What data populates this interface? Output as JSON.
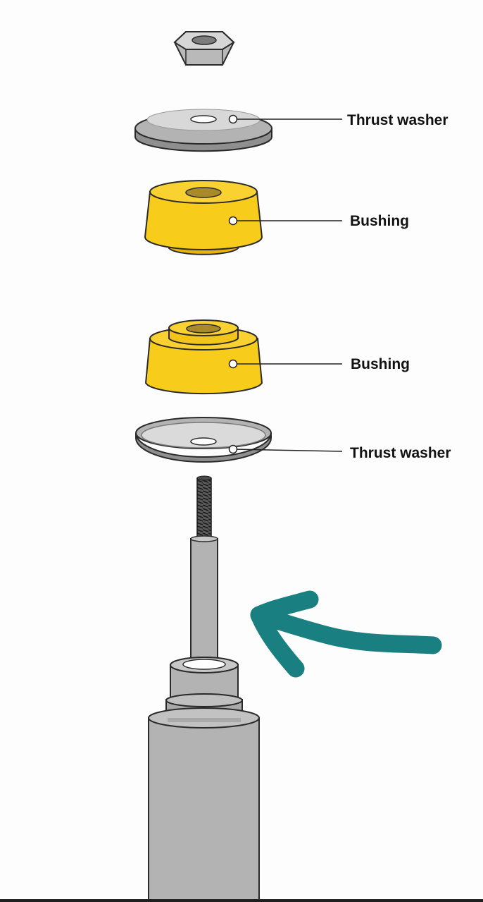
{
  "labels": {
    "thrust_washer_top": "Thrust washer",
    "bushing_top": "Bushing",
    "bushing_bottom": "Bushing",
    "thrust_washer_bottom": "Thrust washer"
  },
  "colors": {
    "metal_light": "#d8d8d8",
    "metal_mid": "#b3b3b4",
    "metal_dark": "#8f8f90",
    "outline": "#2a2a2a",
    "bushing": "#f8cc1b",
    "bushing_shade": "#e7b40f",
    "bushing_hole": "#a88a2a",
    "arrow": "#197f80",
    "background": "#fdfdfd"
  },
  "icons": {
    "pointer": "hand-drawn-arrow-icon"
  }
}
